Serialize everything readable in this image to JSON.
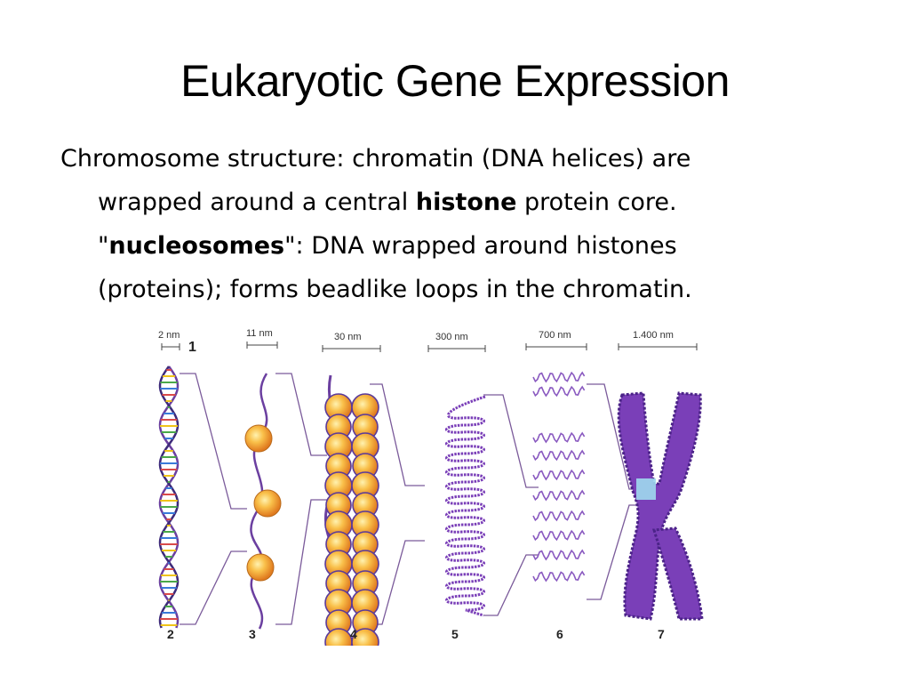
{
  "slide": {
    "title": "Eukaryotic Gene Expression",
    "lines": [
      {
        "type": "plain",
        "text": "Chromosome structure:  chromatin (DNA helices) are"
      },
      {
        "type": "mixed",
        "before": "wrapped around a central ",
        "bold": "histone",
        "after": " protein core."
      },
      {
        "type": "mixed",
        "before": "\"",
        "bold": "nucleosomes",
        "after": "\": DNA wrapped around histones"
      },
      {
        "type": "plain",
        "text": "(proteins); forms beadlike loops in the chromatin."
      }
    ]
  },
  "diagram": {
    "scales": [
      "2 nm",
      "11 nm",
      "30 nm",
      "300 nm",
      "700 nm",
      "1.400 nm"
    ],
    "top_number": "1",
    "stage_numbers": [
      "2",
      "3",
      "4",
      "5",
      "6",
      "7"
    ],
    "colors": {
      "dna": "#6b3fa0",
      "bead": "#f5a623",
      "bead_light": "#ffe08a",
      "chromosome": "#7a3fb8",
      "highlight": "#9fd9ee",
      "bracket": "#7a5a9a"
    }
  }
}
